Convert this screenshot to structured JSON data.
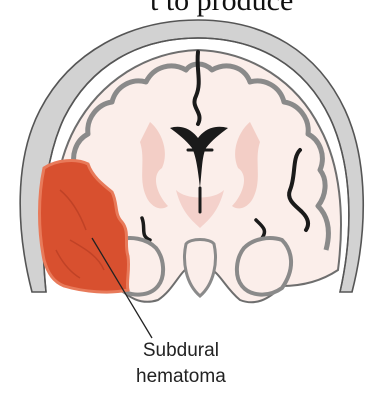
{
  "top_text": "t to produce",
  "label": {
    "line1": "Subdural",
    "line2": "hematoma"
  },
  "colors": {
    "skull": "#d2d2d2",
    "dura": "#c6c6c6",
    "brain_tissue": "#fbeeea",
    "white_matter_mark": "#f1c5bd",
    "cortex_rim": "#808080",
    "ventricle": "#1a1a1a",
    "hematoma": "#d8502f",
    "hematoma_edge": "#e87a5a"
  }
}
